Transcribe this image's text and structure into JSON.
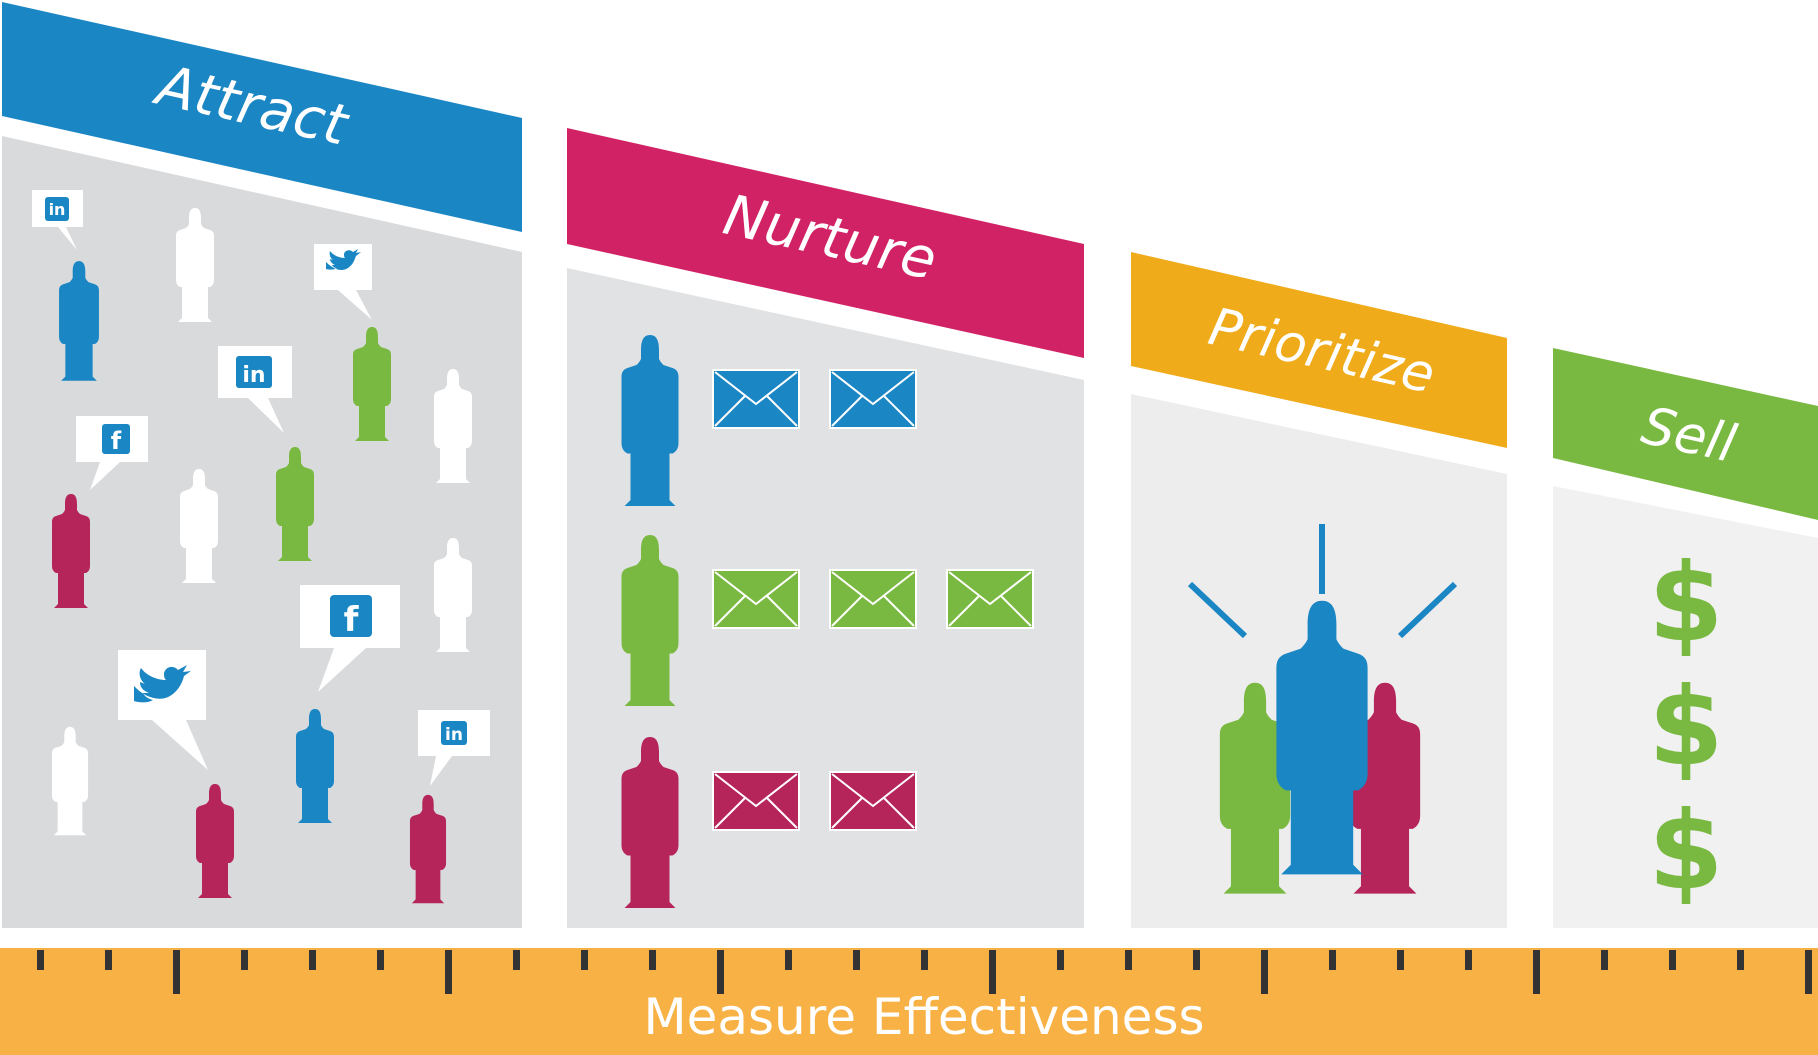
{
  "stages": [
    {
      "key": "attract",
      "label": "Attract",
      "color": "#1b86c4"
    },
    {
      "key": "nurture",
      "label": "Nurture",
      "color": "#d22266"
    },
    {
      "key": "prioritize",
      "label": "Prioritize",
      "color": "#f0ab1a"
    },
    {
      "key": "sell",
      "label": "Sell",
      "color": "#7ab941"
    }
  ],
  "footer": {
    "label": "Measure Effectiveness",
    "color": "#f8b145"
  },
  "colors": {
    "blue": "#1b86c4",
    "green": "#7ab941",
    "crimson": "#b5255a",
    "white": "#ffffff",
    "panel_attract": "#d9dadc",
    "panel_nurture": "#e1e2e4",
    "panel_prioritize": "#ededee",
    "panel_sell": "#f1f1f2",
    "ruler_tick": "#333333"
  },
  "icons": {
    "social": [
      "linkedin-icon",
      "twitter-icon",
      "facebook-icon"
    ],
    "person": "person-silhouette-icon",
    "email": "envelope-icon",
    "money": "dollar-sign-icon"
  },
  "nurture_rows": [
    {
      "person_color": "blue",
      "emails": 2
    },
    {
      "person_color": "green",
      "emails": 3
    },
    {
      "person_color": "crimson",
      "emails": 2
    }
  ],
  "sell": {
    "symbol": "$",
    "count": 3
  },
  "social_glyphs": {
    "linkedin": "in",
    "facebook": "f"
  }
}
